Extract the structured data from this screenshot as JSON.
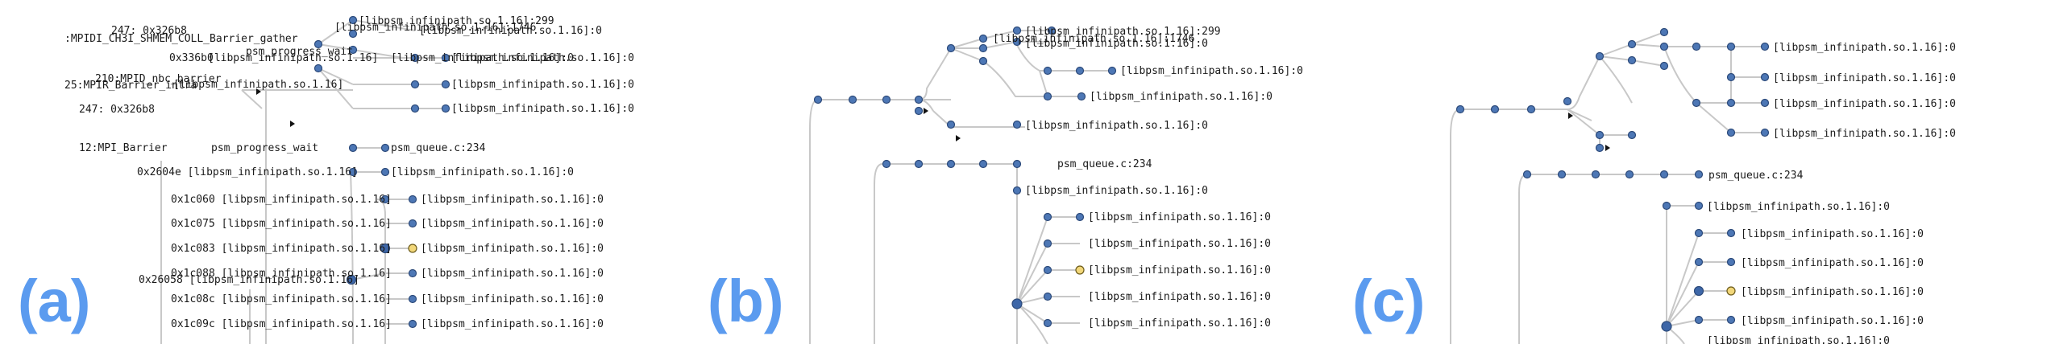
{
  "panels": [
    {
      "letter": "(a)",
      "labels": [
        "[libpsm_infinipath.so.1.16]:299",
        "[libpsm_infinipath.so.1.16]:1746",
        "[libpsm_infinipath.so.1.16]:0",
        "[libpsm_infinipath.so.1.16]:0",
        "[libpsm_infinipath.so.1.16]:0",
        "[libpsm_infinipath.so.1.16]:0",
        "247: 0x326b8",
        ":MPIDI_CH3I_SHMEM_COLL_Barrier_gather",
        "psm_progress_wait",
        "0x336b0",
        "[libpsm_infinipath.so.1.16]",
        "25:MPIR_Barrier_intra",
        "210:MPID_nbc_barrier",
        "247: 0x326b8",
        "[libpsm_infinipath.so.1.16]",
        "12:MPI_Barrier",
        "psm_progress_wait",
        "psm_queue.c:234",
        "0x2604e [libpsm_infinipath.so.1.16]",
        "[libpsm_infinipath.so.1.16]:0",
        "0x1c060 [libpsm_infinipath.so.1.16]",
        "0x1c075 [libpsm_infinipath.so.1.16]",
        "0x1c083 [libpsm_infinipath.so.1.16]",
        "0x1c088 [libpsm_infinipath.so.1.16]",
        "0x26058 [libpsm_infinipath.so.1.16]",
        "0x1c08c [libpsm_infinipath.so.1.16]",
        "0x1c09c [libpsm_infinipath.so.1.16]",
        "[libpsm_infinipath.so.1.16]:0",
        "[libpsm_infinipath.so.1.16]:0",
        "[libpsm_infinipath.so.1.16]:0",
        "[libpsm_infinipath.so.1.16]:0",
        "[libpsm_infinipath.so.1.16]:0",
        "[libpsm_infinipath.so.1.16]:0",
        "[libpsm_infinipath.so.1.16]:0"
      ]
    },
    {
      "letter": "(b)",
      "labels": [
        "[libpsm_infinipath.so.1.16]:299",
        "[libpsm_infinipath.so.1.16]:1746",
        "[libpsm_infinipath.so.1.16]:0",
        "[libpsm_infinipath.so.1.16]:0",
        "[libpsm_infinipath.so.1.16]:0",
        "[libpsm_infinipath.so.1.16]:0",
        "psm_queue.c:234",
        "[libpsm_infinipath.so.1.16]:0",
        "[libpsm_infinipath.so.1.16]:0",
        "[libpsm_infinipath.so.1.16]:0",
        "[libpsm_infinipath.so.1.16]:0",
        "[libpsm_infinipath.so.1.16]:0",
        "[libpsm_infinipath.so.1.16]:0"
      ]
    },
    {
      "letter": "(c)",
      "labels": [
        "[libpsm_infinipath.so.1.16]:0",
        "[libpsm_infinipath.so.1.16]:0",
        "[libpsm_infinipath.so.1.16]:0",
        "[libpsm_infinipath.so.1.16]:0",
        "psm_queue.c:234",
        "[libpsm_infinipath.so.1.16]:0",
        "[libpsm_infinipath.so.1.16]:0",
        "[libpsm_infinipath.so.1.16]:0",
        "[libpsm_infinipath.so.1.16]:0",
        "[libpsm_infinipath.so.1.16]:0",
        "[libpsm_infinipath.so.1.16]:0"
      ]
    }
  ]
}
